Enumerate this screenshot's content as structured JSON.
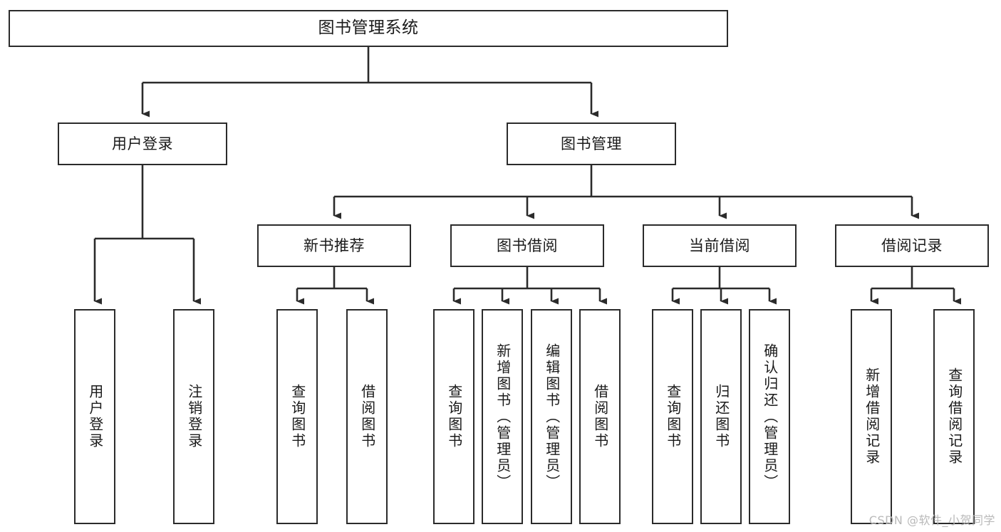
{
  "diagram": {
    "type": "tree-hierarchy-chart",
    "title_text": "图书管理系统",
    "orientation": "top-down",
    "line_color": "#2b2b2b",
    "box_fill": "#ffffff",
    "text_color": "#1a1a1a",
    "root": {
      "id": "root",
      "label": "图书管理系统"
    },
    "level2": [
      {
        "id": "user-login",
        "label": "用户登录"
      },
      {
        "id": "book-management",
        "label": "图书管理"
      }
    ],
    "level3": [
      {
        "id": "new-book-recommend",
        "label": "新书推荐"
      },
      {
        "id": "book-borrow",
        "label": "图书借阅"
      },
      {
        "id": "current-borrow",
        "label": "当前借阅"
      },
      {
        "id": "borrow-record",
        "label": "借阅记录"
      }
    ],
    "leaves": {
      "user_login": [
        {
          "id": "leaf-user-login",
          "label": "用户登录"
        },
        {
          "id": "leaf-logout-login",
          "label": "注销登录"
        }
      ],
      "new_book_recommend": [
        {
          "id": "leaf-query-book-1",
          "label": "查询图书"
        },
        {
          "id": "leaf-borrow-book-1",
          "label": "借阅图书"
        }
      ],
      "book_borrow": [
        {
          "id": "leaf-query-book-2",
          "label": "查询图书"
        },
        {
          "id": "leaf-add-book",
          "label": "新增图书（管理员）"
        },
        {
          "id": "leaf-edit-book",
          "label": "编辑图书（管理员）"
        },
        {
          "id": "leaf-borrow-book-2",
          "label": "借阅图书"
        }
      ],
      "current_borrow": [
        {
          "id": "leaf-query-book-3",
          "label": "查询图书"
        },
        {
          "id": "leaf-return-book",
          "label": "归还图书"
        },
        {
          "id": "leaf-confirm-return",
          "label": "确认归还（管理员）"
        }
      ],
      "borrow_record": [
        {
          "id": "leaf-add-borrow-record",
          "label": "新增借阅记录"
        },
        {
          "id": "leaf-query-borrow-record",
          "label": "查询借阅记录"
        }
      ]
    }
  },
  "watermark": {
    "text": "CSDN @软件_小贺同学"
  }
}
